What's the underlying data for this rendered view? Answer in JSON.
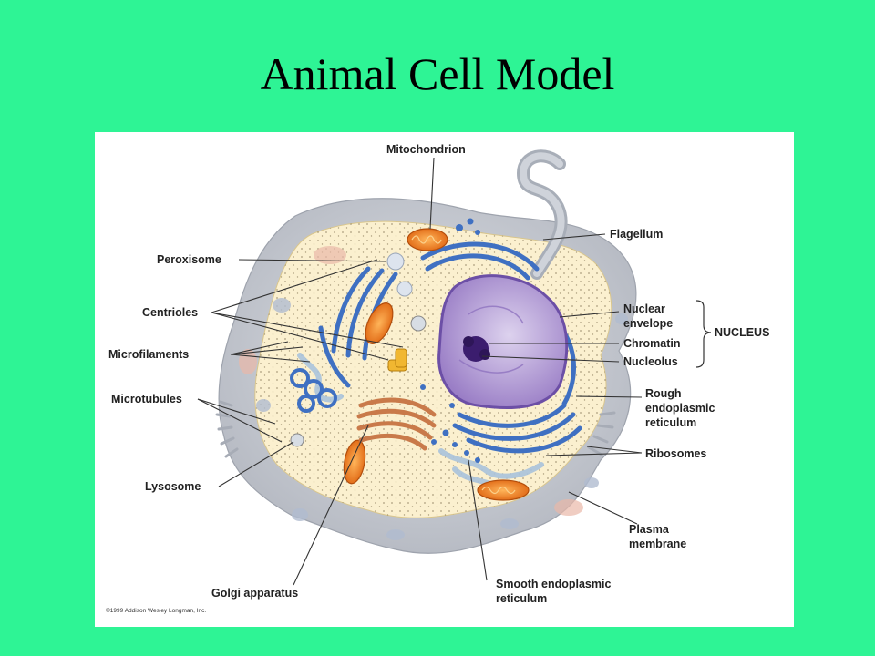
{
  "slide": {
    "title": "Animal Cell Model",
    "background": "#2ef495"
  },
  "diagram": {
    "labels": {
      "mitochondrion": "Mitochondrion",
      "flagellum": "Flagellum",
      "peroxisome": "Peroxisome",
      "centrioles": "Centrioles",
      "microfilaments": "Microfilaments",
      "microtubules": "Microtubules",
      "lysosome": "Lysosome",
      "golgi": "Golgi apparatus",
      "nuclear_envelope_1": "Nuclear",
      "nuclear_envelope_2": "envelope",
      "chromatin": "Chromatin",
      "nucleolus": "Nucleolus",
      "nucleus_group": "NUCLEUS",
      "rough_er_1": "Rough",
      "rough_er_2": "endoplasmic",
      "rough_er_3": "reticulum",
      "ribosomes": "Ribosomes",
      "plasma_1": "Plasma",
      "plasma_2": "membrane",
      "smooth_er_1": "Smooth endoplasmic",
      "smooth_er_2": "reticulum"
    },
    "copyright": "©1999 Addison Wesley Longman, Inc.",
    "colors": {
      "cell_gray": "#c9ccd3",
      "cytoplasm": "#fbf0cf",
      "nucleus": "#b9a3d8",
      "envelope_er": "#3f70c2",
      "mitochondria": "#ef7f22",
      "golgi": "#d58d62"
    }
  }
}
